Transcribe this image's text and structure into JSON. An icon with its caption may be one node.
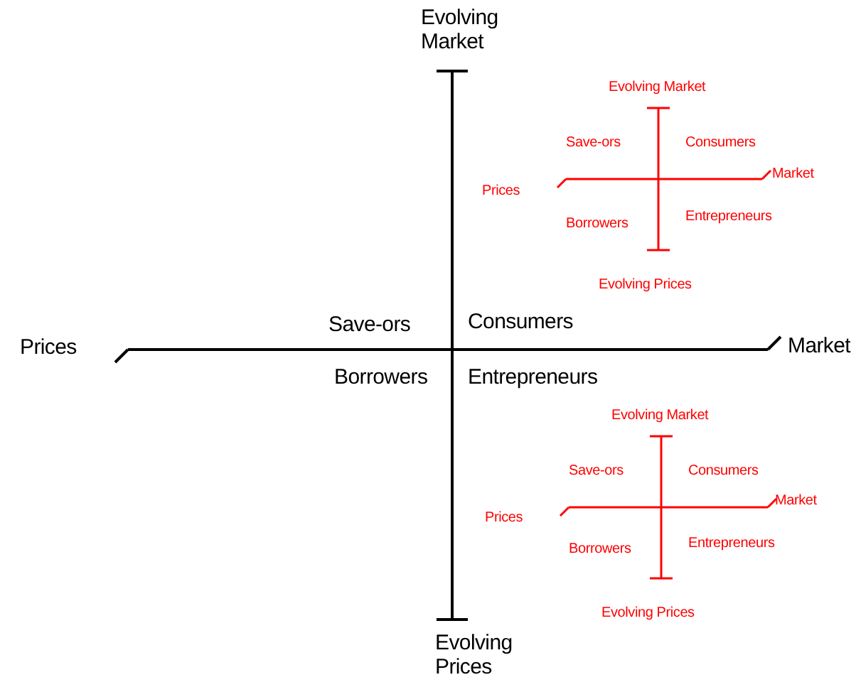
{
  "diagram": {
    "labels": [
      "Evolving Market",
      "Prices",
      "Save-ors",
      "Consumers",
      "Market",
      "Borrowers",
      "Entrepreneurs",
      "Evolving Prices",
      "Evolving Market",
      "Prices",
      "Save-ors",
      "Consumers",
      "Market",
      "Borrowers",
      "Entrepreneurs",
      "Evolving Prices",
      "Evolving Market",
      "Prices",
      "Save-ors",
      "Consumers",
      "Market",
      "Borrowers",
      "Entrepreneurs",
      "Evolving Prices"
    ]
  }
}
